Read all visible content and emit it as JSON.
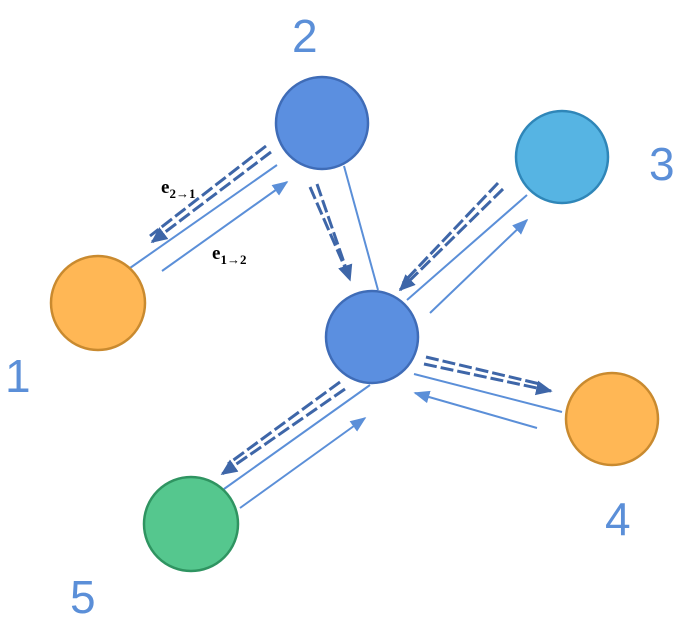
{
  "diagram": {
    "colors": {
      "label": "#5b8fd8",
      "link": "#5b8fd8",
      "dashed": "#3e66a8",
      "node_blue": "#5b8fe0",
      "node_blue_stroke": "#3f6cb7",
      "node_cyan": "#56b4e3",
      "node_cyan_stroke": "#2f86b8",
      "node_orange": "#ffb755",
      "node_orange_stroke": "#c98a2f",
      "node_green": "#55c78e",
      "node_green_stroke": "#2f9461"
    },
    "nodes": [
      {
        "id": "1",
        "label": "1",
        "fill": "node_orange"
      },
      {
        "id": "2",
        "label": "2",
        "fill": "node_blue"
      },
      {
        "id": "3",
        "label": "3",
        "fill": "node_cyan"
      },
      {
        "id": "4",
        "label": "4",
        "fill": "node_orange"
      },
      {
        "id": "5",
        "label": "5",
        "fill": "node_green"
      },
      {
        "id": "center",
        "label": "",
        "fill": "node_blue"
      }
    ],
    "edge_labels": {
      "e21": {
        "main": "e",
        "sub": "2→1"
      },
      "e12": {
        "main": "e",
        "sub": "1→2"
      }
    }
  }
}
